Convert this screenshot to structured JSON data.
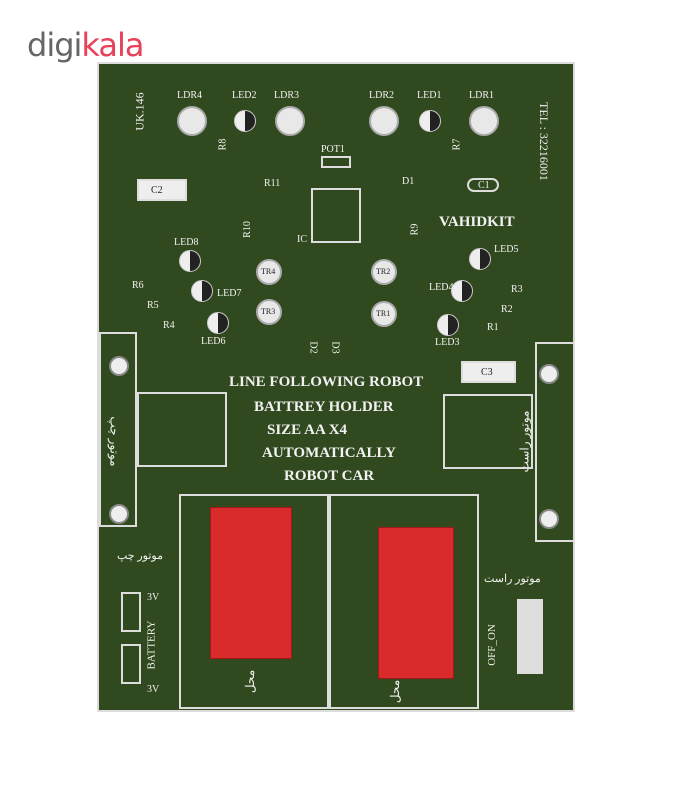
{
  "logo": {
    "part1": "digi",
    "part2": "kala"
  },
  "board": {
    "model": "UK.146",
    "tel": "TEL : 32216001",
    "brand": "VAHIDKIT",
    "title_lines": [
      "LINE FOLLOWING ROBOT",
      "BATTREY HOLDER",
      "SIZE AA X4",
      "AUTOMATICALLY",
      "ROBOT  CAR"
    ],
    "labels": {
      "ldr4": "LDR4",
      "led2": "LED2",
      "ldr3": "LDR3",
      "ldr2": "LDR2",
      "led1": "LED1",
      "ldr1": "LDR1",
      "pot1": "POT1",
      "c2": "C2",
      "c1": "C1",
      "r11": "R11",
      "d1": "D1",
      "r10": "R10",
      "r9": "R9",
      "r8": "R8",
      "r7": "R7",
      "ic": "IC",
      "led8": "LED8",
      "led7": "LED7",
      "led6": "LED6",
      "led5": "LED5",
      "led4": "LED4",
      "led3": "LED3",
      "tr4": "TR4",
      "tr3": "TR3",
      "tr2": "TR2",
      "tr1": "TR1",
      "r6": "R6",
      "r5": "R5",
      "r4": "R4",
      "r3": "R3",
      "r2": "R2",
      "r1": "R1",
      "d2": "D2",
      "d3": "D3",
      "c3": "C3",
      "battery": "BATTERY",
      "v3a": "3V",
      "v3b": "3V",
      "off_on": "OFF_ON"
    },
    "persian": {
      "motor_left": "موتور چپ",
      "motor_right": "موتور راست",
      "left_side": "موتور چپ",
      "right_side": "موتور راست",
      "place1": "محل",
      "place2": "محل"
    }
  }
}
